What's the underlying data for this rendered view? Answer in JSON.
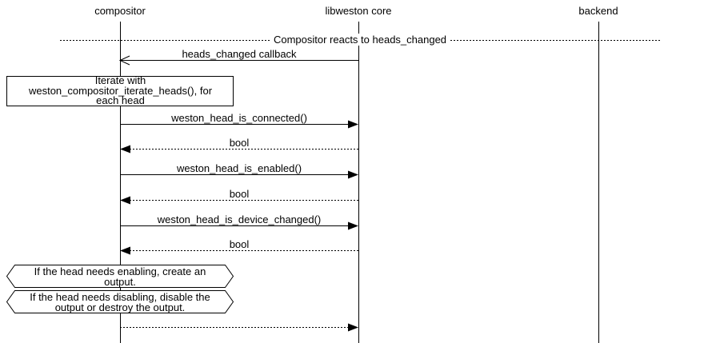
{
  "diagram": {
    "background": "#ffffff",
    "line_color": "#000000",
    "text_color": "#000000",
    "actors": [
      {
        "label": "compositor"
      },
      {
        "label": "libweston core"
      },
      {
        "label": "backend"
      }
    ],
    "divider": {
      "label": "Compositor reacts to heads_changed"
    },
    "messages": [
      {
        "label": "heads_changed callback",
        "from": "libweston core",
        "to": "compositor",
        "line": "solid",
        "arrowhead": "open"
      },
      {
        "label": "weston_head_is_connected()",
        "from": "compositor",
        "to": "libweston core",
        "line": "solid",
        "arrowhead": "filled"
      },
      {
        "label": "bool",
        "from": "libweston core",
        "to": "compositor",
        "line": "dotted",
        "arrowhead": "filled"
      },
      {
        "label": "weston_head_is_enabled()",
        "from": "compositor",
        "to": "libweston core",
        "line": "solid",
        "arrowhead": "filled"
      },
      {
        "label": "bool",
        "from": "libweston core",
        "to": "compositor",
        "line": "dotted",
        "arrowhead": "filled"
      },
      {
        "label": "weston_head_is_device_changed()",
        "from": "compositor",
        "to": "libweston core",
        "line": "solid",
        "arrowhead": "filled"
      },
      {
        "label": "bool",
        "from": "libweston core",
        "to": "compositor",
        "line": "dotted",
        "arrowhead": "filled"
      },
      {
        "label": "",
        "from": "compositor",
        "to": "libweston core",
        "line": "dotted",
        "arrowhead": "filled"
      }
    ],
    "note": {
      "lines": [
        "Iterate with",
        "weston_compositor_iterate_heads(), for",
        "each head"
      ]
    },
    "conditions": [
      {
        "lines": [
          "If the head needs enabling, create an",
          "output."
        ]
      },
      {
        "lines": [
          "If the head needs disabling, disable the",
          "output or destroy the output."
        ]
      }
    ]
  }
}
